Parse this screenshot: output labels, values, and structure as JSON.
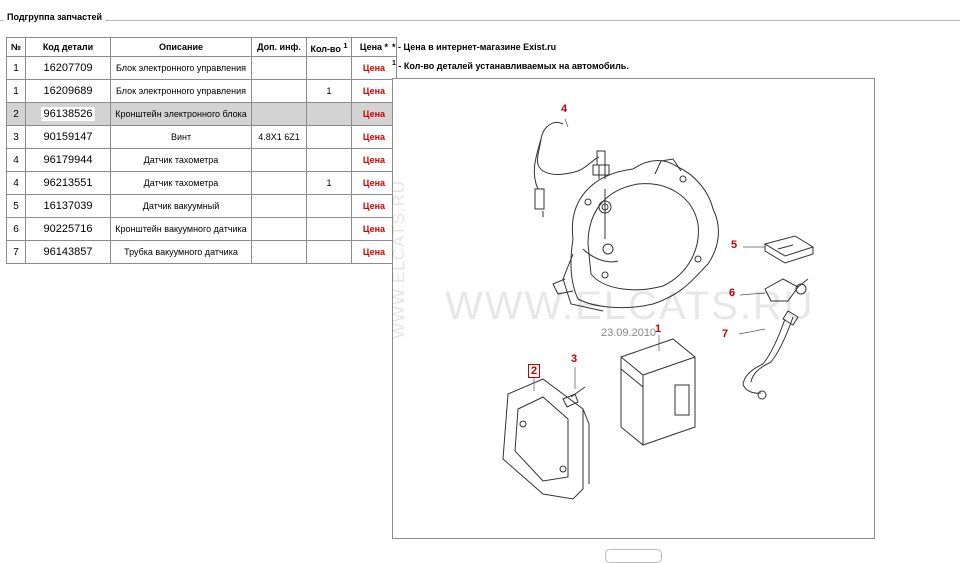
{
  "group": {
    "title": "Подгруппа запчастей"
  },
  "table": {
    "headers": [
      "№",
      "Код детали",
      "Описание",
      "Доп. инф.",
      "Кол-во",
      "1",
      "Цена *"
    ],
    "rows": [
      {
        "num": "1",
        "code": "16207709",
        "desc": "Блок электронного управления",
        "info": "",
        "qty": "",
        "price": "Цена"
      },
      {
        "num": "1",
        "code": "16209689",
        "desc": "Блок электронного управления",
        "info": "",
        "qty": "1",
        "price": "Цена"
      },
      {
        "num": "2",
        "code": "96138526",
        "desc": "Кронштейн электронного блока",
        "info": "",
        "qty": "",
        "price": "Цена",
        "selected": true
      },
      {
        "num": "3",
        "code": "90159147",
        "desc": "Винт",
        "info": "4.8X1 6Z1",
        "qty": "",
        "price": "Цена"
      },
      {
        "num": "4",
        "code": "96179944",
        "desc": "Датчик тахометра",
        "info": "",
        "qty": "",
        "price": "Цена"
      },
      {
        "num": "4",
        "code": "96213551",
        "desc": "Датчик тахометра",
        "info": "",
        "qty": "1",
        "price": "Цена"
      },
      {
        "num": "5",
        "code": "16137039",
        "desc": "Датчик вакуумный",
        "info": "",
        "qty": "",
        "price": "Цена"
      },
      {
        "num": "6",
        "code": "90225716",
        "desc": "Кронштейн вакуумного датчика",
        "info": "",
        "qty": "",
        "price": "Цена"
      },
      {
        "num": "7",
        "code": "96143857",
        "desc": "Трубка вакуумного датчика",
        "info": "",
        "qty": "",
        "price": "Цена"
      }
    ]
  },
  "notes": {
    "price_mark": "*",
    "price_text": " - Цена в интернет-магазине Exist.ru",
    "qty_mark": "1",
    "qty_text": " - Кол-во деталей устанавливаемых на автомобиль."
  },
  "diagram": {
    "watermark": "WWW.ELCATS.RU",
    "date": "23.09.2010",
    "watermark_vertical": "WWW.ELCATS.RU",
    "callouts": [
      "4",
      "5",
      "6",
      "1",
      "7",
      "3",
      "2"
    ]
  }
}
